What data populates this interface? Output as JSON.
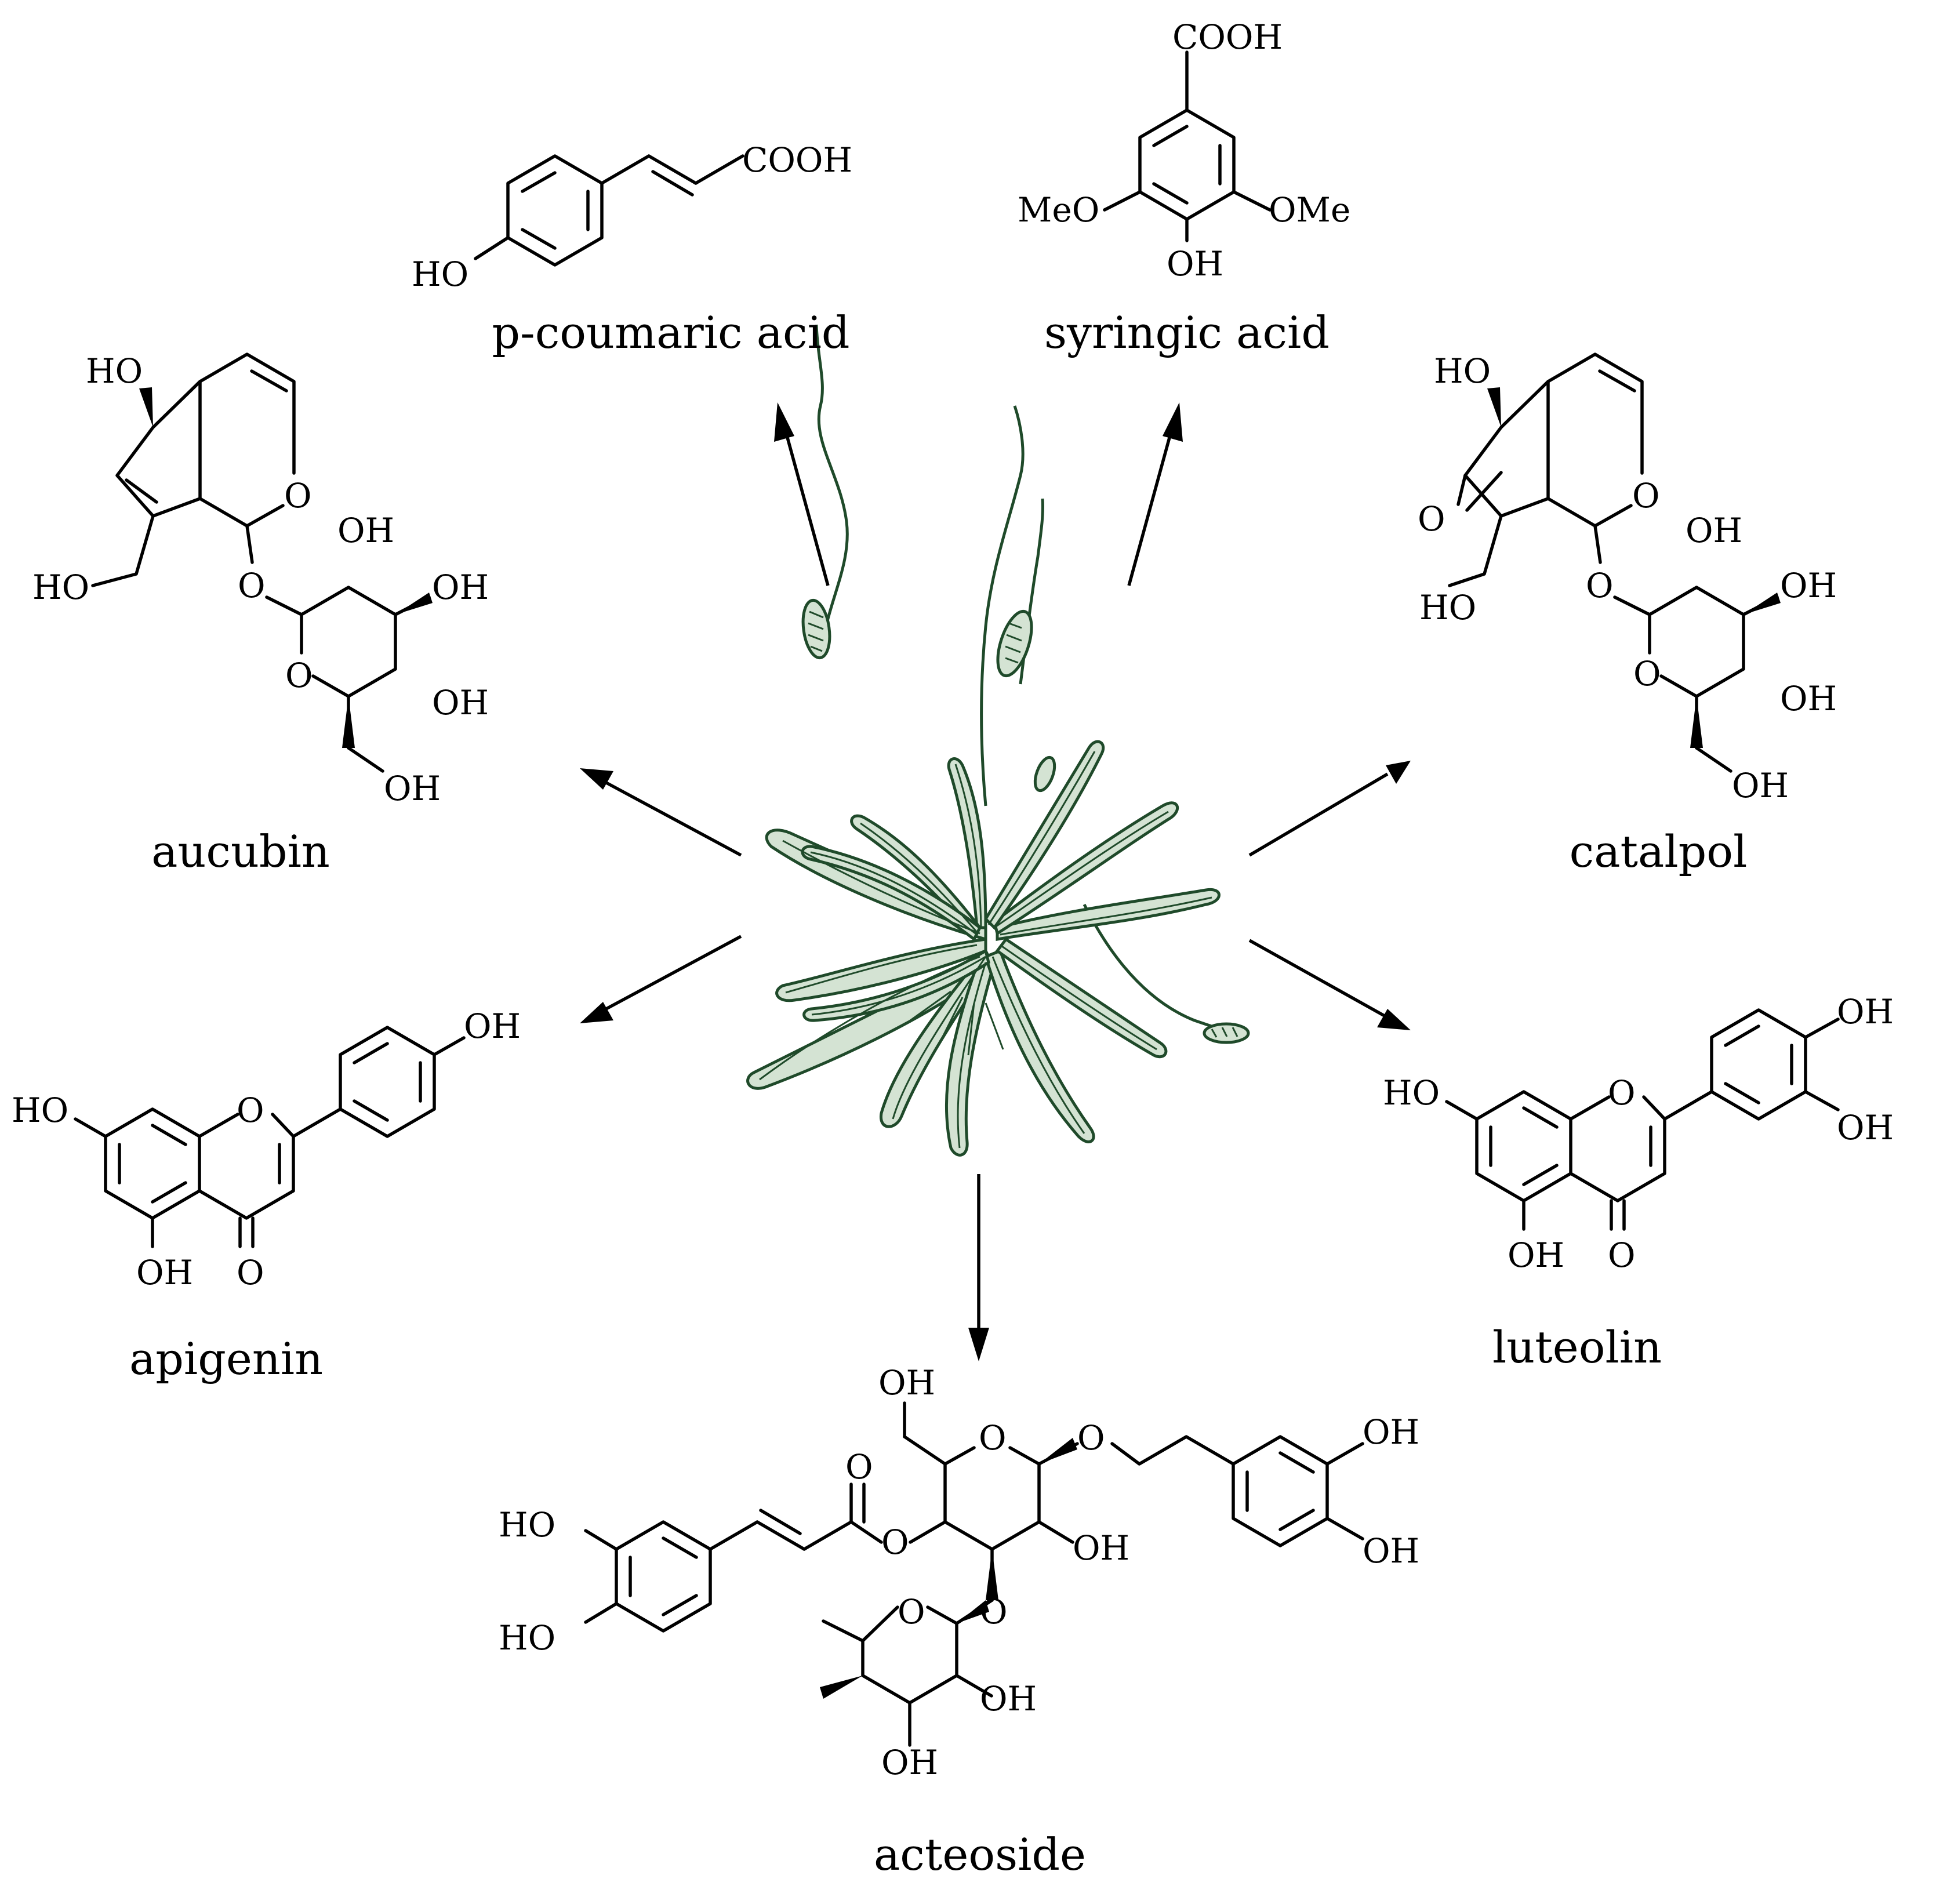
{
  "plant": {
    "icon": "plantago-plant-illustration",
    "color": "#1f4a2a",
    "leaf_fill": "#d4e3d3"
  },
  "compounds": {
    "p_coumaric_acid": {
      "name": "p-coumaric acid",
      "atoms": {
        "cooh": "COOH",
        "ho": "HO"
      }
    },
    "syringic_acid": {
      "name": "syringic acid",
      "atoms": {
        "cooh": "COOH",
        "meo": "MeO",
        "ome": "OMe",
        "oh": "OH"
      }
    },
    "aucubin": {
      "name": "aucubin",
      "atoms": {
        "ho_top": "HO",
        "o_ring": "O",
        "ho_ch2": "HO",
        "o_link": "O",
        "oh_1": "OH",
        "oh_2": "OH",
        "o_sugar": "O",
        "oh_3": "OH",
        "oh_4": "OH"
      }
    },
    "catalpol": {
      "name": "catalpol",
      "atoms": {
        "ho_top": "HO",
        "o_ring": "O",
        "o_epox": "O",
        "ho_ch2": "HO",
        "o_link": "O",
        "oh_1": "OH",
        "oh_2": "OH",
        "o_sugar": "O",
        "oh_3": "OH",
        "oh_4": "OH"
      }
    },
    "apigenin": {
      "name": "apigenin",
      "atoms": {
        "oh_b": "OH",
        "ho_a": "HO",
        "o_ring": "O",
        "oh_5": "OH",
        "o_keto": "O"
      }
    },
    "luteolin": {
      "name": "luteolin",
      "atoms": {
        "oh_3p": "OH",
        "oh_4p": "OH",
        "ho_a": "HO",
        "o_ring": "O",
        "oh_5": "OH",
        "o_keto": "O"
      }
    },
    "acteoside": {
      "name": "acteoside",
      "atoms": {
        "oh_ch2": "OH",
        "o_glc": "O",
        "o_glyc": "O",
        "oh_r1": "OH",
        "oh_r2": "OH",
        "o_carbonyl": "O",
        "ho_c1": "HO",
        "ho_c2": "HO",
        "o_ester": "O",
        "oh_glc": "OH",
        "o_rha_link": "O",
        "o_rha": "O",
        "oh_rha1": "OH",
        "oh_rha2": "OH"
      }
    }
  }
}
